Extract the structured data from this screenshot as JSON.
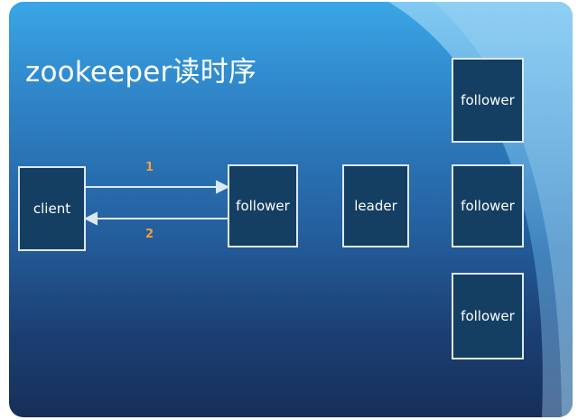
{
  "title": "zookeeper读时序",
  "nodes": {
    "client": "client",
    "follower_main": "follower",
    "leader": "leader",
    "follower_top": "follower",
    "follower_mid": "follower",
    "follower_bottom": "follower"
  },
  "arrows": {
    "request_label": "1",
    "response_label": "2"
  },
  "colors": {
    "box_fill": "#143f63",
    "box_border": "#dce8f2",
    "arrow": "#dce8f2",
    "arrow_label": "#f0a040"
  }
}
